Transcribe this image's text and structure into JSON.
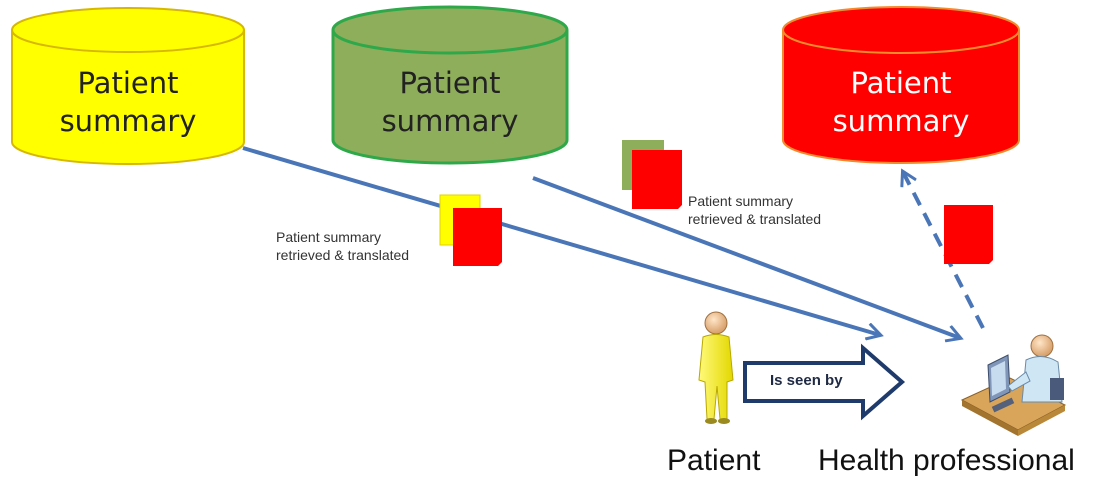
{
  "databases": [
    {
      "label_line1": "Patient",
      "label_line2": "summary",
      "fill": "#ffff00",
      "stroke": "#d6b800",
      "text_color": "#222222"
    },
    {
      "label_line1": "Patient",
      "label_line2": "summary",
      "fill": "#8fae5b",
      "stroke": "#2fa84a",
      "text_color": "#222222"
    },
    {
      "label_line1": "Patient",
      "label_line2": "summary",
      "fill": "#ff0000",
      "stroke": "#f28a2e",
      "text_color": "#ffffff"
    }
  ],
  "notes": [
    {
      "line1": "Patient summary",
      "line2": "retrieved & translated"
    },
    {
      "line1": "Patient summary",
      "line2": "retrieved & translated"
    }
  ],
  "relation": {
    "label": "Is seen by"
  },
  "actors": {
    "patient": {
      "label": "Patient",
      "icon": "person-icon"
    },
    "health_professional": {
      "label": "Health professional",
      "icon": "doctor-at-computer-icon"
    }
  },
  "colors": {
    "arrow": "#4a76b8",
    "document_red": "#ff0000",
    "document_yellow": "#ffff00",
    "document_green": "#8fae5b"
  }
}
